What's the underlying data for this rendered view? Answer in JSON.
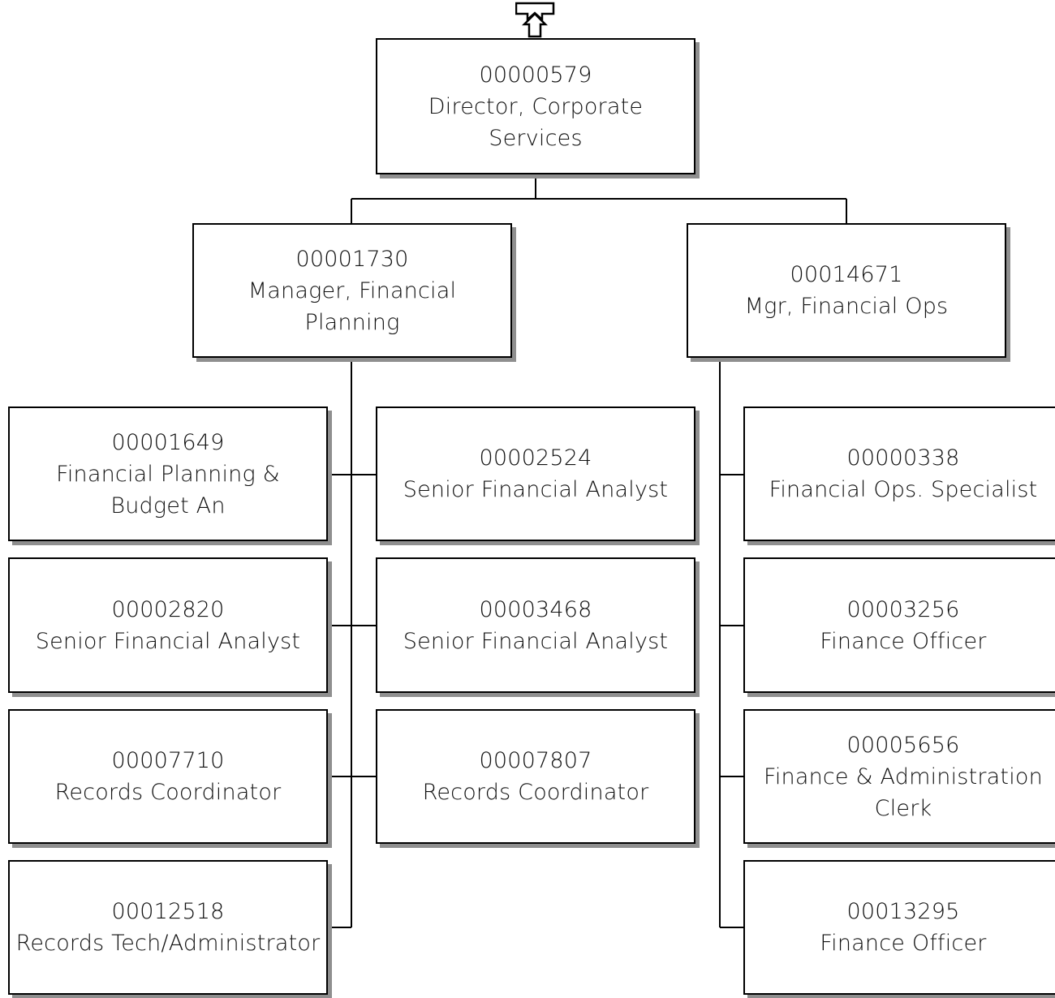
{
  "chart": {
    "up_arrow_icon": "up-arrow-icon",
    "nodes": {
      "director": {
        "code": "00000579",
        "title": "Director, Corporate Services"
      },
      "mgr_planning": {
        "code": "00001730",
        "title": "Manager, Financial Planning"
      },
      "mgr_ops": {
        "code": "00014671",
        "title": "Mgr, Financial Ops"
      },
      "n00001649": {
        "code": "00001649",
        "title": "Financial Planning & Budget An"
      },
      "n00002524": {
        "code": "00002524",
        "title": "Senior Financial Analyst"
      },
      "n00002820": {
        "code": "00002820",
        "title": "Senior Financial Analyst"
      },
      "n00003468": {
        "code": "00003468",
        "title": "Senior Financial Analyst"
      },
      "n00007710": {
        "code": "00007710",
        "title": "Records Coordinator"
      },
      "n00007807": {
        "code": "00007807",
        "title": "Records Coordinator"
      },
      "n00012518": {
        "code": "00012518",
        "title": "Records Tech/Administrator"
      },
      "n00000338": {
        "code": "00000338",
        "title": "Financial Ops. Specialist"
      },
      "n00003256": {
        "code": "00003256",
        "title": "Finance Officer"
      },
      "n00005656": {
        "code": "00005656",
        "title": "Finance & Administration Clerk"
      },
      "n00013295": {
        "code": "00013295",
        "title": "Finance Officer"
      }
    }
  }
}
